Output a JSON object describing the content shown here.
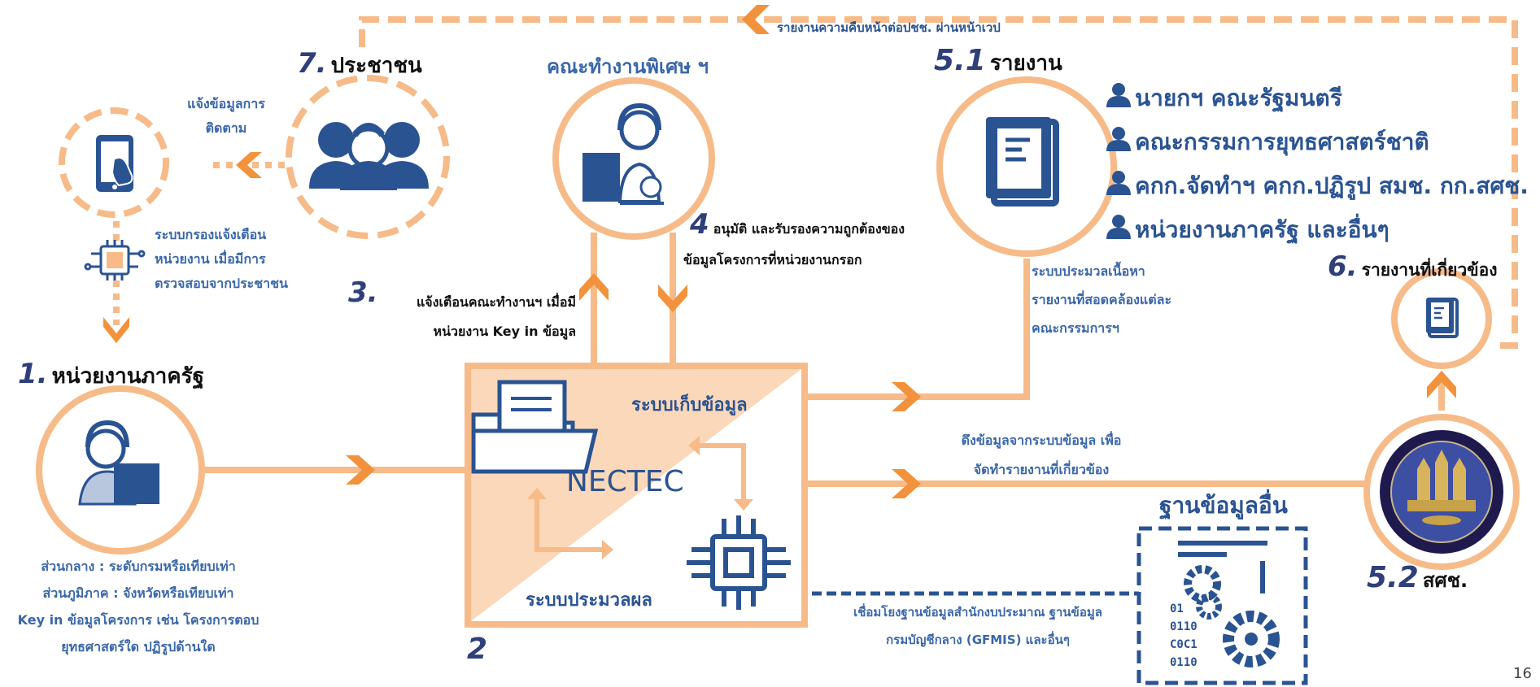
{
  "colors": {
    "orange": "#f6bb88",
    "orange_dark": "#f3923c",
    "blue": "#2a5392",
    "text_blue": "#3a67a8",
    "num": "#2f3f7a"
  },
  "top_feedback": {
    "label": "รายงานความคืบหน้าต่อปชช. ผ่านหน้าเวป"
  },
  "node_people": {
    "num": "7.",
    "label": "ประชาชน"
  },
  "node_tracking": {
    "label_line1": "แจ้งข้อมูลการ",
    "label_line2": "ติดตาม"
  },
  "node_filter": {
    "line1": "ระบบกรองแจ้งเตือน",
    "line2": "หน่วยงาน เมื่อมีการ",
    "line3": "ตรวจสอบจากประชาชน"
  },
  "node_gov": {
    "num": "1.",
    "label": "หน่วยงานภาครัฐ",
    "desc_line1": "ส่วนกลาง : ระดับกรมหรือเทียบเท่า",
    "desc_line2": "ส่วนภูมิภาค : จังหวัดหรือเทียบเท่า",
    "desc_line3": "Key in ข้อมูลโครงการ เช่น โครงการตอบ",
    "desc_line4": "ยุทธศาสตร์ใด ปฏิรูปด้านใด"
  },
  "node_committee": {
    "label": "คณะทำงานพิเศษ ฯ"
  },
  "step3": {
    "num": "3.",
    "line1": "แจ้งเตือนคณะทำงานฯ เมื่อมี",
    "line2": "หน่วยงาน Key in ข้อมูล"
  },
  "step4": {
    "num": "4",
    "line1": "อนุมัติ และรับรองความถูกต้องของ",
    "line2": "ข้อมูลโครงการที่หน่วยงานกรอก"
  },
  "center_box": {
    "num": "2",
    "storage": "ระบบเก็บข้อมูล",
    "title": "NECTEC",
    "processing": "ระบบประมวลผล"
  },
  "report": {
    "num": "5.1",
    "label": "รายงาน",
    "recipients": [
      "นายกฯ คณะรัฐมนตรี",
      "คณะกรรมการยุทธศาสตร์ชาติ",
      "คกก.จัดทำฯ คกก.ปฏิรูป สมช. กก.สศช.",
      "หน่วยงานภาครัฐ และอื่นๆ"
    ],
    "desc_line1": "ระบบประมวลเนื้อหา",
    "desc_line2": "รายงานที่สอดคล้องแต่ละ",
    "desc_line3": "คณะกรรมการฯ"
  },
  "related": {
    "num": "6.",
    "label": "รายงานที่เกี่ยวข้อง"
  },
  "pull": {
    "line1": "ดึงข้อมูลจากระบบข้อมูล เพื่อ",
    "line2": "จัดทำรายงานที่เกี่ยวข้อง"
  },
  "other_db": {
    "label": "ฐานข้อมูลอื่น",
    "line1": "เชื่อมโยงฐานข้อมูลสำนักงบประมาณ ฐานข้อมูล",
    "line2": "กรมบัญชีกลาง (GFMIS) และอื่นๆ",
    "code_lines": [
      "01",
      "0110",
      "C0C1",
      "0110"
    ]
  },
  "nesdb": {
    "num": "5.2",
    "label": "สศช."
  },
  "page_number": "16"
}
